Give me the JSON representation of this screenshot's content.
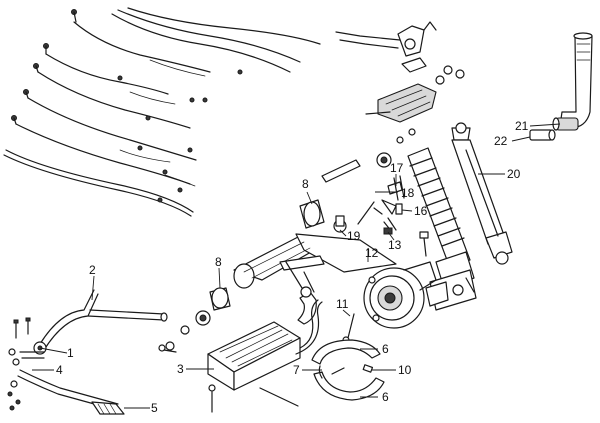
{
  "diagram": {
    "callouts": [
      {
        "id": "1",
        "label": "1"
      },
      {
        "id": "2",
        "label": "2"
      },
      {
        "id": "3",
        "label": "3"
      },
      {
        "id": "4",
        "label": "4"
      },
      {
        "id": "5",
        "label": "5"
      },
      {
        "id": "6a",
        "label": "6"
      },
      {
        "id": "6b",
        "label": "6"
      },
      {
        "id": "7",
        "label": "7"
      },
      {
        "id": "8a",
        "label": "8"
      },
      {
        "id": "8b",
        "label": "8"
      },
      {
        "id": "10",
        "label": "10"
      },
      {
        "id": "11",
        "label": "11"
      },
      {
        "id": "12",
        "label": "12"
      },
      {
        "id": "13",
        "label": "13"
      },
      {
        "id": "16",
        "label": "16"
      },
      {
        "id": "17",
        "label": "17"
      },
      {
        "id": "18",
        "label": "18"
      },
      {
        "id": "19",
        "label": "19"
      },
      {
        "id": "20",
        "label": "20"
      },
      {
        "id": "21",
        "label": "21"
      },
      {
        "id": "22",
        "label": "22"
      }
    ],
    "colors": {
      "ink": "#1a1a1a",
      "paper": "#ffffff",
      "shade": "#d9d9d9"
    }
  }
}
